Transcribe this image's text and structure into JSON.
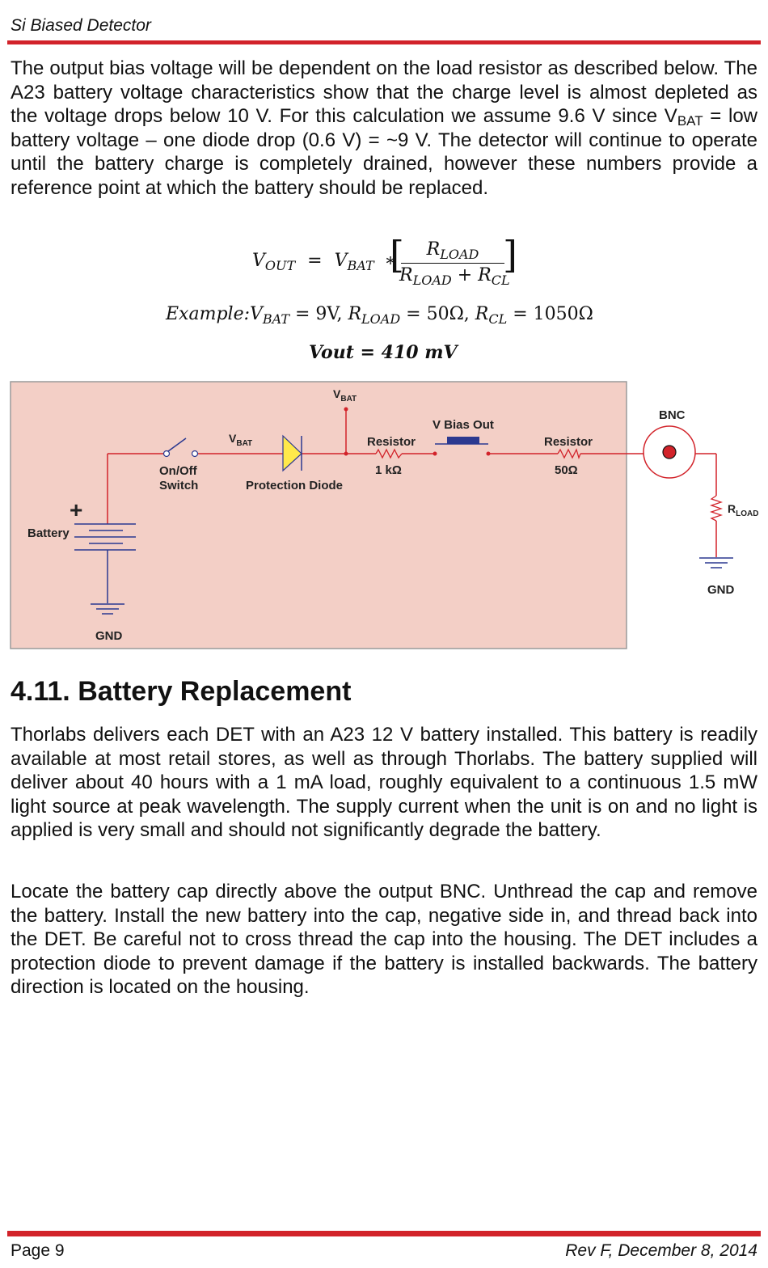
{
  "header": {
    "title": "Si Biased Detector"
  },
  "intro": {
    "part1": "The output bias voltage will be dependent on the load resistor as described below. The A23 battery voltage characteristics show that the charge level is almost depleted as the voltage drops below 10 V. For this calculation we assume 9.6 V since V",
    "part1_sub": "BAT",
    "part2": " = low battery voltage – one diode drop (0.6 V) = ~9 V. The detector will continue to operate until the battery charge is completely drained, however these numbers provide a reference point at which the battery should be replaced."
  },
  "equations": {
    "eq1": {
      "lhs": "V",
      "lhs_sub": "OUT",
      "equals": "=",
      "vbat": "V",
      "vbat_sub": "BAT",
      "times": "∗",
      "num": "R",
      "num_sub": "LOAD",
      "den_a": "R",
      "den_a_sub": "LOAD",
      "plus": "+",
      "den_b": "R",
      "den_b_sub": "CL"
    },
    "eq2": {
      "label": "Example:",
      "v": "V",
      "v_sub": "BAT",
      "v_val": " = 9V, ",
      "r1": "R",
      "r1_sub": "LOAD",
      "r1_val": " = 50Ω, ",
      "r2": "R",
      "r2_sub": "CL",
      "r2_val": " = 1050Ω"
    },
    "eq3": {
      "text": "Vout = 410 mV"
    }
  },
  "circuit": {
    "vbat_top": "V",
    "vbat_top_sub": "BAT",
    "bnc": "BNC",
    "v_bias_out": "V Bias Out",
    "vbat_mid": "V",
    "vbat_mid_sub": "BAT",
    "resistor1_title": "Resistor",
    "resistor1_value": "1 kΩ",
    "resistor2_title": "Resistor",
    "resistor2_value": "50Ω",
    "switch_line1": "On/Off",
    "switch_line2": "Switch",
    "diode_label": "Protection Diode",
    "battery_label": "Battery",
    "plus_sign": "+",
    "rload": "R",
    "rload_sub": "LOAD",
    "gnd_left": "GND",
    "gnd_right": "GND",
    "colors": {
      "panel": "#f3cfc6",
      "wire": "#d2232a",
      "diode": "#ffe94a",
      "bnc_center": "#d2232a"
    }
  },
  "section": {
    "heading": "4.11. Battery Replacement"
  },
  "body": {
    "p1": "Thorlabs delivers each DET with an A23 12 V battery installed. This battery is readily available at most retail stores, as well as through Thorlabs. The battery supplied will deliver about 40 hours with a 1 mA load, roughly equivalent to a continuous 1.5 mW light source at peak wavelength. The supply current when the unit is on and no light is applied is very small and should not significantly degrade the battery.",
    "p2": "Locate the battery cap directly above the output BNC. Unthread the cap and remove the battery. Install the new battery into the cap, negative side in, and thread back into the DET. Be careful not to cross thread the cap into the housing. The DET includes a protection diode to prevent damage if the battery is installed backwards. The battery direction is located on the housing."
  },
  "footer": {
    "page": "Page 9",
    "revision": "Rev F, December 8, 2014"
  }
}
